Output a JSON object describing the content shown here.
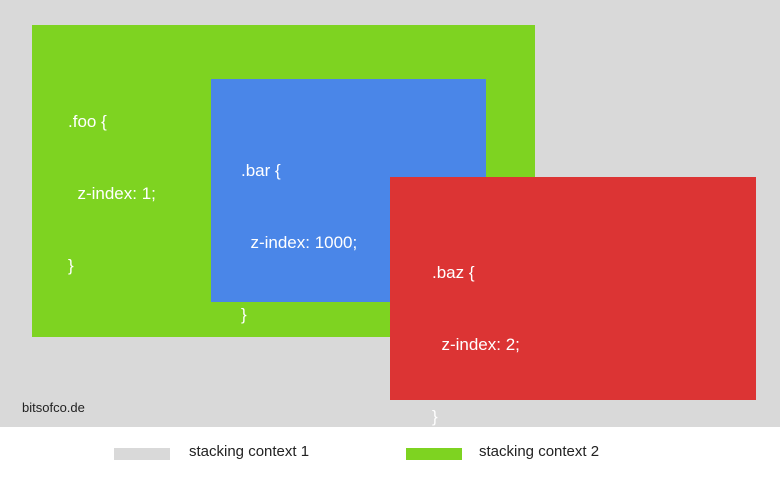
{
  "boxes": {
    "foo": {
      "lines": [
        ".foo {",
        "  z-index: 1;",
        "}"
      ],
      "color": "#7ed321"
    },
    "bar": {
      "lines": [
        ".bar {",
        "  z-index: 1000;",
        "}"
      ],
      "color": "#4a86e8"
    },
    "baz": {
      "lines": [
        ".baz {",
        "  z-index: 2;",
        "}"
      ],
      "color": "#dc3434"
    }
  },
  "credit": "bitsofco.de",
  "legend": [
    {
      "label": "stacking context 1",
      "color": "#d9d9d9"
    },
    {
      "label": "stacking context 2",
      "color": "#7ed321"
    }
  ],
  "stage_color": "#d9d9d9"
}
